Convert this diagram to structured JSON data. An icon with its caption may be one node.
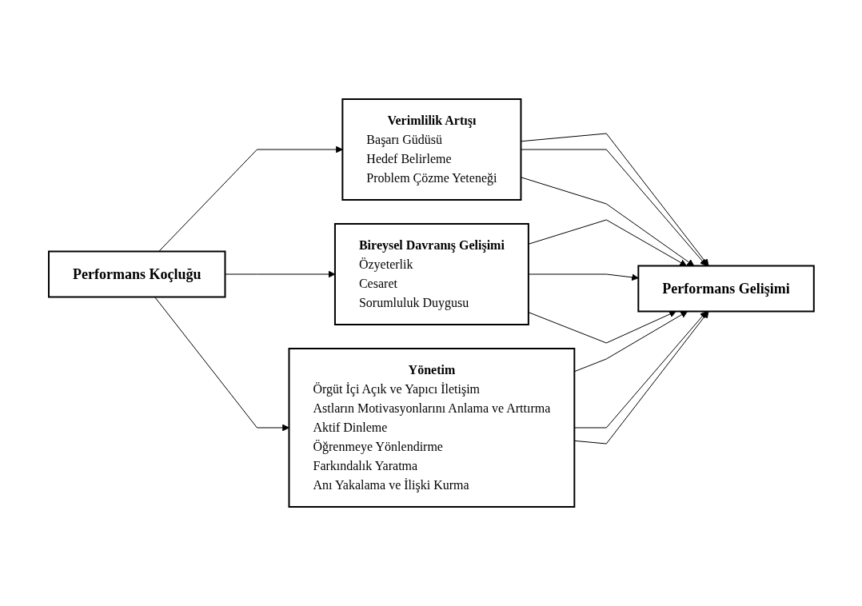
{
  "diagram": {
    "nodes": [
      {
        "text": [
          "Performans Koçluğu"
        ]
      },
      {
        "text": [
          "Verimlilik Artışı",
          "Başarı Güdüsü",
          "Hedef Belirleme",
          "Problem Çözme Yeteneği"
        ]
      },
      {
        "text": [
          "Bireysel Davranış Gelişimi",
          "Özyeterlik",
          "Cesaret",
          "Sorumluluk Duygusu"
        ]
      },
      {
        "text": [
          "Yönetim",
          "Örgüt İçi Açık ve Yapıcı İletişim",
          "Astların Motivasyonlarını Anlama ve Arttırma",
          "Aktif Dinleme",
          "Öğrenmeye Yönlendirme",
          "Farkındalık Yaratma",
          "Anı Yakalama ve İlişki Kurma"
        ]
      },
      {
        "text": [
          "Performans Gelişimi"
        ]
      }
    ],
    "edges": [
      {
        "from": 0,
        "to": 1,
        "arrow": "to"
      },
      {
        "from": 0,
        "to": 2,
        "arrow": "to"
      },
      {
        "from": 0,
        "to": 3,
        "arrow": "to"
      },
      {
        "from": 1,
        "to": 4,
        "arrow": "to"
      },
      {
        "from": 1,
        "to": 4,
        "arrow": "to"
      },
      {
        "from": 1,
        "to": 4,
        "arrow": "to"
      },
      {
        "from": 2,
        "to": 4,
        "arrow": "to"
      },
      {
        "from": 2,
        "to": 4,
        "arrow": "to"
      },
      {
        "from": 2,
        "to": 4,
        "arrow": "to"
      },
      {
        "from": 3,
        "to": 4,
        "arrow": "to"
      },
      {
        "from": 3,
        "to": 4,
        "arrow": "to"
      },
      {
        "from": 3,
        "to": 4,
        "arrow": "to"
      }
    ]
  }
}
